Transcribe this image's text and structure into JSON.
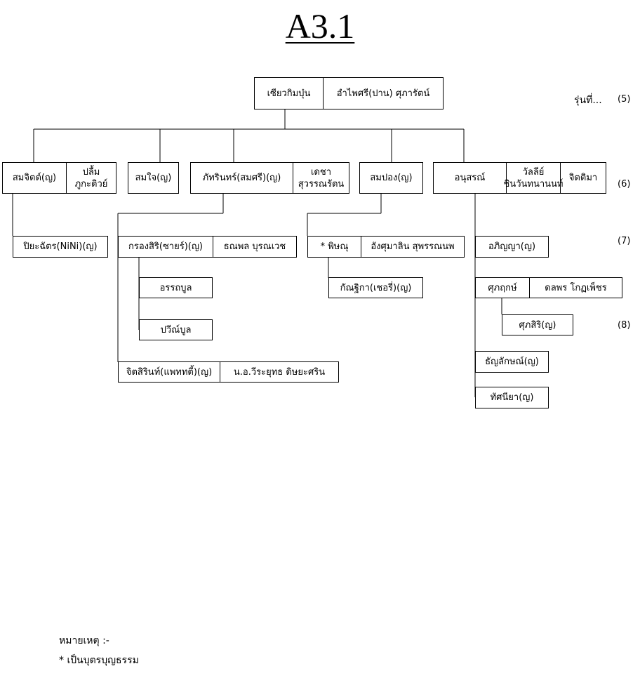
{
  "title": "A3.1",
  "generation_label": "รุ่นที่...",
  "generations": [
    "(5)",
    "(6)",
    "(7)",
    "(8)"
  ],
  "root": {
    "person": "เซียวกิมบุ๋น",
    "spouse": "อำไพศรี(ปาน) ศุภารัตน์"
  },
  "children": {
    "c1": {
      "person": "สมจิตต์(ญ)",
      "spouse_line1": "ปลื้ม",
      "spouse_line2": "ภูกะติวย์"
    },
    "c2": {
      "person": "สมใจ(ญ)"
    },
    "c3": {
      "person": "ภัทรินทร์(สมศรี)(ญ)",
      "spouse_line1": "เดชา",
      "spouse_line2": "สุวรรณรัตน"
    },
    "c4": {
      "person": "สมปอง(ญ)"
    },
    "c5": {
      "person": "อนุสรณ์",
      "spouse1_line1": "วัลลีย์",
      "spouse1_line2": "ชินวันทนานนท์",
      "spouse2": "จิตติมา"
    }
  },
  "grandchildren": {
    "g1": {
      "person": "ปิยะฉัตร(NiNi)(ญ)"
    },
    "g2": {
      "person": "กรองสิริ(ซายร์)(ญ)",
      "spouse": "ธณพล บุรณเวช"
    },
    "g3": {
      "person": "จิตสิรินท์(แพททตี้)(ญ)",
      "spouse": "น.อ.วีระยุทธ ดิษยะศริน"
    },
    "g4": {
      "person": "* พิษณุ",
      "spouse": "อังศุมาลิน สุพรรณนพ"
    },
    "g5": {
      "person": "อภิญญา(ญ)"
    },
    "g6": {
      "person": "ศุภฤกษ์",
      "spouse": "ดลพร โกฏเพ็ชร"
    },
    "g7": {
      "person": "ธัญลักษณ์(ญ)"
    },
    "g8": {
      "person": "ทัศนียา(ญ)"
    }
  },
  "great_grandchildren": {
    "gg1": "อรรถบูล",
    "gg2": "ปวีณ์บูล",
    "gg3": "กัณฐิกา(เชอรี่)(ญ)",
    "gg4": "ศุภสิริ(ญ)"
  },
  "note": {
    "heading": "หมายเหตุ :-",
    "line1": "* เป็นบุตรบุญธรรม"
  }
}
